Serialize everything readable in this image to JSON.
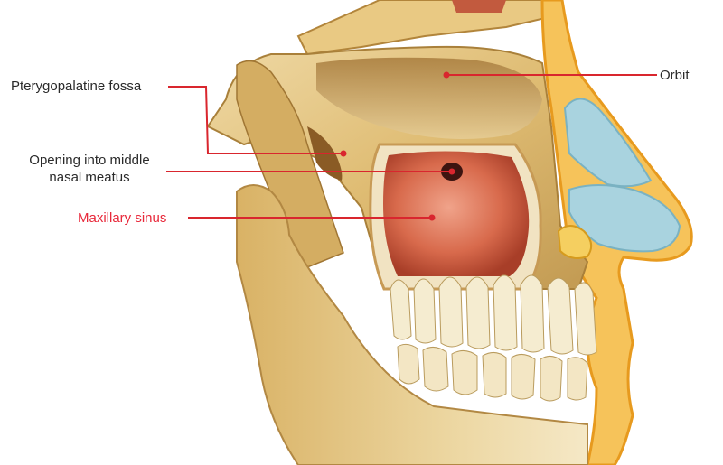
{
  "labels": {
    "pterygopalatine_fossa": "Pterygopalatine fossa",
    "orbit": "Orbit",
    "opening_line1": "Opening into middle",
    "opening_line2": "nasal meatus",
    "maxillary_sinus": "Maxillary sinus"
  },
  "colors": {
    "leader_line": "#d9262e",
    "highlight_label": "#e8283a",
    "bone": "#e2c27a",
    "bone_shadow": "#b98a3e",
    "sinus": "#c8563a",
    "nasal_cartilage": "#a9d3df",
    "tooth": "#f5ecd0",
    "skin_outline": "#f1a627"
  }
}
